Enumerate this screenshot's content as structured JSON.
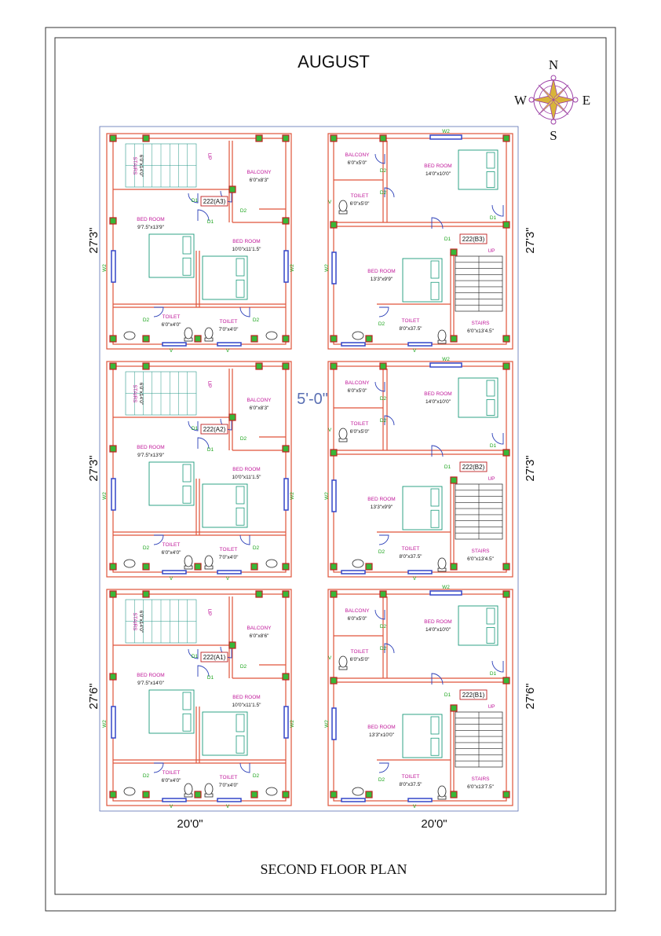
{
  "title": "AUGUST",
  "footer": "SECOND FLOOR PLAN",
  "compass": {
    "n": "N",
    "s": "S",
    "e": "E",
    "w": "W"
  },
  "dims": {
    "width_left": "20'0\"",
    "width_right": "20'0\"",
    "gap": "5'-0\"",
    "rows": [
      {
        "left": "27'3\"",
        "right": "27'3\""
      },
      {
        "left": "27'3\"",
        "right": "27'3\""
      },
      {
        "left": "27'6\"",
        "right": "27'6\""
      }
    ]
  },
  "units_a": [
    {
      "tag": "222(A3)",
      "stairs": "6'0\"x14'0\"",
      "balcony": "6'0\"x8'3\"",
      "bed1": "9'7.5\"x13'9\"",
      "bed2": "10'0\"x11'1.5\"",
      "toilet1": "6'0\"x4'0\"",
      "toilet2": "7'0\"x4'0\""
    },
    {
      "tag": "222(A2)",
      "stairs": "6'0\"x14'0\"",
      "balcony": "6'0\"x8'3\"",
      "bed1": "9'7.5\"x13'9\"",
      "bed2": "10'0\"x11'1.5\"",
      "toilet1": "6'0\"x4'0\"",
      "toilet2": "7'0\"x4'0\""
    },
    {
      "tag": "222(A1)",
      "stairs": "6'0\"x14'0\"",
      "balcony": "6'0\"x8'6\"",
      "bed1": "9'7.5\"x14'0\"",
      "bed2": "10'0\"x11'1.5\"",
      "toilet1": "6'0\"x4'0\"",
      "toilet2": "7'0\"x4'0\""
    }
  ],
  "units_b": [
    {
      "tag": "222(B3)",
      "balcony": "6'0\"x5'0\"",
      "toilet1": "6'0\"x5'0\"",
      "bed1": "14'0\"x10'0\"",
      "bed2": "13'3\"x9'9\"",
      "toilet2": "8'0\"x37.5\"",
      "stairs": "6'0\"x13'4.5\""
    },
    {
      "tag": "222(B2)",
      "balcony": "6'0\"x5'0\"",
      "toilet1": "6'0\"x5'0\"",
      "bed1": "14'0\"x10'0\"",
      "bed2": "13'3\"x9'9\"",
      "toilet2": "8'0\"x37.5\"",
      "stairs": "6'0\"x13'4.5\""
    },
    {
      "tag": "222(B1)",
      "balcony": "6'0\"x5'0\"",
      "toilet1": "6'0\"x5'0\"",
      "bed1": "14'0\"x10'0\"",
      "bed2": "13'3\"x10'0\"",
      "toilet2": "8'0\"x37.5\"",
      "stairs": "6'0\"x13'7.5\""
    }
  ],
  "labels": {
    "bedroom": "BED ROOM",
    "toilet": "TOILET",
    "balcony": "BALCONY",
    "stairs": "STAIRS",
    "up": "UP",
    "d1": "D1",
    "d2": "D2",
    "w2": "W2",
    "v": "V"
  }
}
